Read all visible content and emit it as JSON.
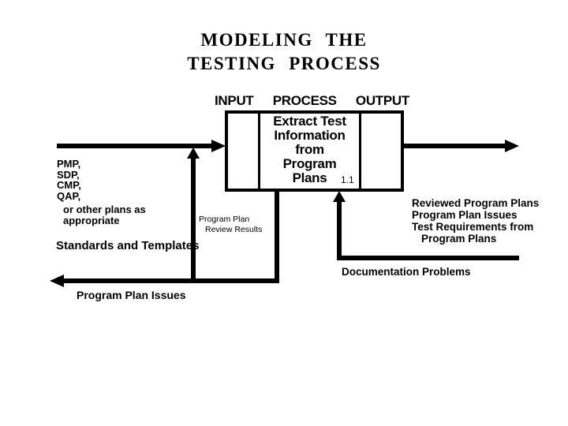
{
  "title": {
    "line1": "MODELING THE",
    "line2": "TESTING PROCESS"
  },
  "io_header": {
    "input": "INPUT",
    "process": "PROCESS",
    "output": "OUTPUT"
  },
  "process_box": {
    "label_lines": [
      "Extract Test",
      "Information",
      "from",
      "Program",
      "Plans"
    ],
    "node_number": "1.1"
  },
  "inputs": {
    "plans_lines": [
      "PMP,",
      "SDP,",
      "CMP,",
      "QAP,"
    ],
    "plans_note_lines": [
      "or other plans as",
      "appropriate"
    ],
    "standards_label": "Standards and Templates"
  },
  "feedback": {
    "review_results_lines": [
      "Program Plan",
      "Review Results"
    ],
    "documentation_label": "Documentation Problems",
    "issues_label": "Program Plan Issues"
  },
  "outputs": {
    "lines": [
      "Reviewed Program Plans",
      "Program Plan Issues",
      "Test Requirements from",
      "Program Plans"
    ]
  },
  "colors": {
    "ink": "#000000",
    "background": "#ffffff"
  }
}
